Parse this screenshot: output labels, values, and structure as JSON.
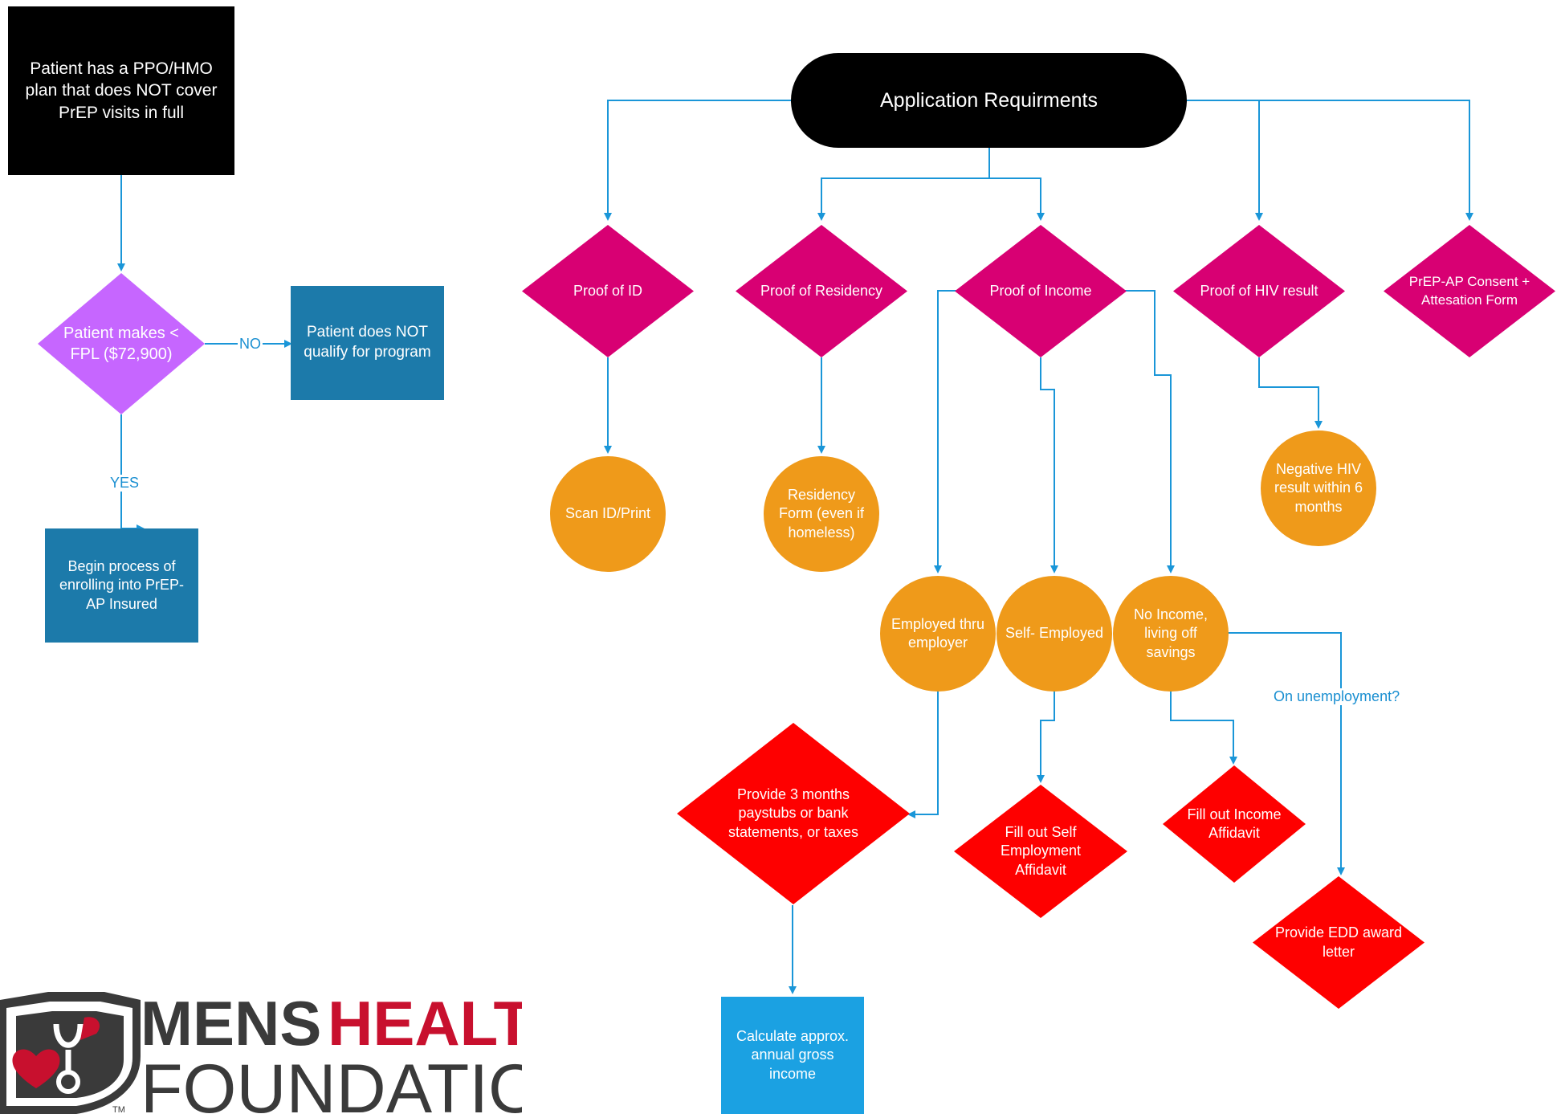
{
  "colors": {
    "connector": "#1a96d8",
    "black": "#000000",
    "purple": "#c666ff",
    "teal": "#1c7aaa",
    "magenta": "#d80073",
    "orange": "#ef9a1a",
    "red": "#fe0000",
    "sky": "#1ba1e2",
    "brand_red": "#c8102e",
    "brand_gray": "#3a3a3a"
  },
  "nodes": {
    "start": "Patient has a PPO/HMO plan that does NOT cover PrEP visits in full",
    "fpl_check": "Patient makes < FPL ($72,900)",
    "not_qualify": "Patient does NOT qualify for program",
    "begin_enroll": "Begin process of enrolling into PrEP-AP Insured",
    "app_req": "Application Requirments",
    "proof_id": "Proof of ID",
    "proof_res": "Proof of Residency",
    "proof_income": "Proof of Income",
    "proof_hiv": "Proof of HIV result",
    "consent": "PrEP-AP Consent + Attesation Form",
    "scan_id": "Scan ID/Print",
    "res_form": "Residency Form (even if homeless)",
    "neg_hiv": "Negative HIV result within 6 months",
    "employed": "Employed thru employer",
    "self_employed": "Self- Employed",
    "no_income": "No Income, living off savings",
    "provide_3mo": "Provide 3 months paystubs or bank statements, or taxes",
    "self_affidavit": "Fill out Self Employment Affidavit",
    "income_affidavit": "Fill out Income Affidavit",
    "edd": "Provide EDD award letter",
    "calc": "Calculate approx. annual gross income"
  },
  "edge_labels": {
    "no": "NO",
    "yes": "YES",
    "unemployment": "On unemployment?"
  },
  "logo": {
    "word1": "MENS",
    "word2": "HEALTH",
    "word3": "FOUNDATION",
    "tm": "TM"
  }
}
